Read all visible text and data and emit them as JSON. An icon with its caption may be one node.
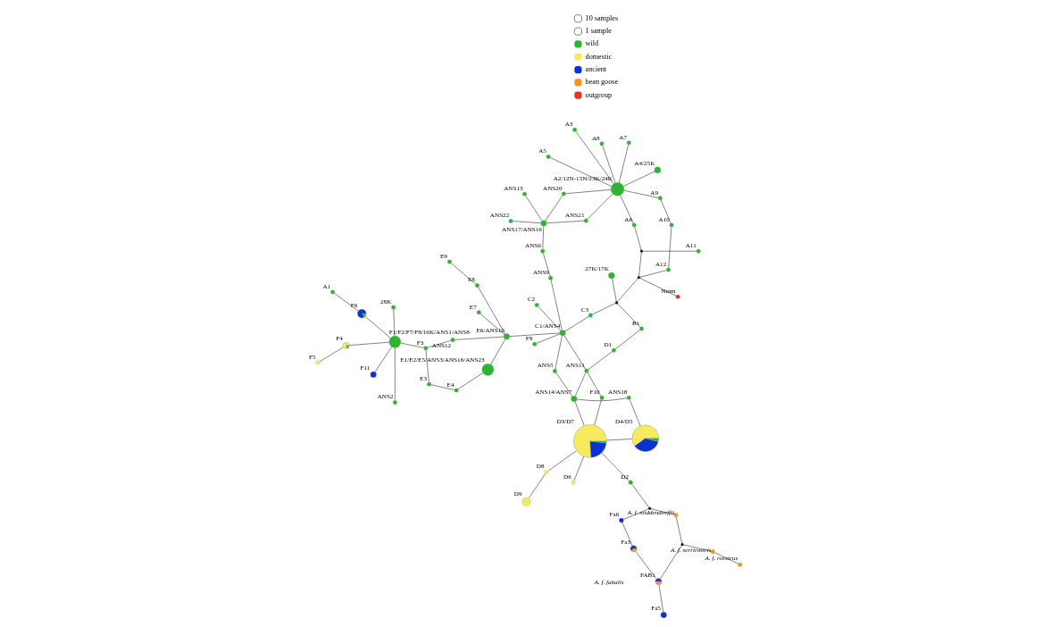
{
  "diagram": {
    "nodes": [
      {
        "text": [],
        "shape": "circle",
        "beside": [
          "A1"
        ]
      },
      {
        "text": [],
        "shape": "circle",
        "beside": [
          "F6"
        ]
      },
      {
        "text": [],
        "shape": "circle",
        "beside": [
          "F11"
        ]
      },
      {
        "text": [],
        "shape": "circle",
        "beside": [
          "F4"
        ]
      },
      {
        "text": [],
        "shape": "circle",
        "beside": [
          "F5"
        ]
      },
      {
        "text": [],
        "shape": "circle",
        "beside": [
          "E3"
        ]
      },
      {
        "text": [],
        "shape": "circle",
        "beside": [
          "E4"
        ]
      },
      {
        "text": [],
        "shape": "circle",
        "beside": [
          "F1/F2/F7/F8/16K/ANS1/ANS8"
        ]
      },
      {
        "text": [],
        "shape": "circle",
        "beside": [
          "28K"
        ]
      },
      {
        "text": [],
        "shape": "circle",
        "beside": [
          "F3"
        ]
      },
      {
        "text": [],
        "shape": "circle",
        "beside": [
          "ANS2"
        ]
      },
      {
        "text": [],
        "shape": "circle",
        "beside": [
          "D4/D5"
        ]
      },
      {
        "text": [],
        "shape": "circle",
        "beside": [
          "E1/E2/E5/ANS3/ANS16/ANS23"
        ]
      },
      {
        "text": [],
        "shape": "circle",
        "beside": [
          "ANS18"
        ]
      },
      {
        "text": [],
        "shape": "circle",
        "beside": [
          "D6"
        ]
      },
      {
        "text": [],
        "shape": "circle",
        "beside": [
          "D9"
        ]
      },
      {
        "text": [],
        "shape": "circle",
        "beside": [
          "ANS12"
        ]
      },
      {
        "text": [],
        "shape": "circle",
        "beside": [
          "D8"
        ]
      },
      {
        "text": [],
        "shape": "circle",
        "beside": [
          "F9"
        ]
      },
      {
        "text": [],
        "shape": "circle",
        "beside": [
          "ANS14/ANS7"
        ]
      },
      {
        "text": [],
        "shape": "circle",
        "beside": [
          "ANS5"
        ]
      },
      {
        "text": [],
        "shape": "circle",
        "beside": [
          "E6/ANS10"
        ]
      },
      {
        "text": [],
        "shape": "circle",
        "beside": [
          "E8"
        ]
      },
      {
        "text": [],
        "shape": "circle",
        "beside": [
          "E9"
        ]
      },
      {
        "text": [],
        "shape": "circle",
        "beside": [
          "Fa3"
        ]
      },
      {
        "text": [],
        "shape": "circle",
        "beside": [
          "Fa6"
        ]
      },
      {
        "text": [],
        "shape": "circle",
        "beside": [
          "D2"
        ]
      },
      {
        "text": [],
        "shape": "circle",
        "beside": [
          "D3/D7"
        ]
      },
      {
        "text": [],
        "shape": "circle",
        "beside": [
          "F10"
        ]
      },
      {
        "text": [],
        "shape": "circle",
        "beside": [
          "ANS11"
        ]
      },
      {
        "text": [],
        "shape": "circle",
        "beside": [
          "C2"
        ]
      },
      {
        "text": [],
        "shape": "circle",
        "beside": [
          "E7"
        ]
      },
      {
        "text": [],
        "shape": "circle",
        "beside": [
          "D1"
        ]
      },
      {
        "text": [],
        "shape": "circle",
        "beside": [
          "C1/ANS4"
        ]
      },
      {
        "text": [],
        "shape": "circle",
        "beside": [
          "Fa5"
        ]
      },
      {
        "text": [],
        "shape": "circle",
        "beside": [
          "FAB1"
        ]
      },
      {
        "text": [],
        "shape": "circle"
      },
      {
        "text": [],
        "shape": "circle",
        "beside": [
          "A. f. middendorffii"
        ]
      },
      {
        "text": [],
        "shape": "circle",
        "beside": [
          "B1"
        ]
      },
      {
        "text": [],
        "shape": "circle",
        "beside": [
          "C3"
        ]
      },
      {
        "text": [],
        "shape": "circle"
      },
      {
        "text": [],
        "shape": "circle",
        "beside": [
          "27K/17K"
        ]
      },
      {
        "text": [],
        "shape": "circle",
        "beside": [
          "ANS9"
        ]
      },
      {
        "text": [],
        "shape": "circle"
      },
      {
        "text": [],
        "shape": "circle",
        "beside": [
          "A. f. serrirostris"
        ]
      },
      {
        "text": [],
        "shape": "circle",
        "beside": [
          "A12"
        ]
      },
      {
        "text": [],
        "shape": "circle"
      },
      {
        "text": [],
        "shape": "circle",
        "beside": [
          "ANS6"
        ]
      },
      {
        "text": [],
        "shape": "circle",
        "beside": [
          "ANS22"
        ]
      },
      {
        "text": [],
        "shape": "circle",
        "beside": [
          "A10"
        ]
      },
      {
        "text": [],
        "shape": "circle",
        "beside": [
          "ANS17/ANS16"
        ]
      },
      {
        "text": [],
        "shape": "circle",
        "beside": [
          "ANS13"
        ]
      },
      {
        "text": [],
        "shape": "circle"
      },
      {
        "text": [],
        "shape": "circle",
        "beside": [
          "A. f. rossicus"
        ]
      },
      {
        "text": [],
        "shape": "circle",
        "beside": [
          "ANS21"
        ]
      },
      {
        "text": [],
        "shape": "circle",
        "beside": [
          "A9"
        ]
      },
      {
        "text": [],
        "shape": "circle",
        "beside": [
          "A7"
        ]
      },
      {
        "text": [],
        "shape": "circle",
        "beside": [
          "A11"
        ]
      },
      {
        "text": [],
        "shape": "circle",
        "beside": [
          "ANS20"
        ]
      },
      {
        "text": [],
        "shape": "circle",
        "beside": [
          "A6"
        ]
      },
      {
        "text": [],
        "shape": "circle",
        "beside": [
          "Numt"
        ]
      },
      {
        "text": [],
        "shape": "circle",
        "beside": [
          "A2/12N-15N/23K/24K"
        ]
      },
      {
        "text": [],
        "shape": "circle",
        "beside": [
          "A3"
        ]
      },
      {
        "text": [],
        "shape": "circle",
        "beside": [
          "A5"
        ]
      },
      {
        "text": [],
        "shape": "circle",
        "beside": [
          "A8"
        ]
      },
      {
        "text": [],
        "shape": "circle",
        "beside": [
          "A4/25K"
        ]
      }
    ],
    "edges": [
      {
        "from": 0,
        "to": 1,
        "arrow": "none"
      },
      {
        "from": 1,
        "to": 7,
        "arrow": "none"
      },
      {
        "from": 2,
        "to": 7,
        "arrow": "none"
      },
      {
        "from": 7,
        "to": 3,
        "arrow": "none"
      },
      {
        "from": 3,
        "to": 4,
        "arrow": "none"
      },
      {
        "from": 7,
        "to": 8,
        "arrow": "none"
      },
      {
        "from": 7,
        "to": 10,
        "arrow": "none"
      },
      {
        "from": 7,
        "to": 9,
        "arrow": "none"
      },
      {
        "from": 9,
        "to": 5,
        "arrow": "none"
      },
      {
        "from": 5,
        "to": 6,
        "arrow": "none"
      },
      {
        "from": 6,
        "to": 12,
        "arrow": "none"
      },
      {
        "from": 9,
        "to": 16,
        "arrow": "none"
      },
      {
        "from": 16,
        "to": 21,
        "arrow": "none"
      },
      {
        "from": 12,
        "to": 21,
        "arrow": "none"
      },
      {
        "from": 21,
        "to": 22,
        "arrow": "none"
      },
      {
        "from": 22,
        "to": 23,
        "arrow": "none"
      },
      {
        "from": 21,
        "to": 31,
        "arrow": "none"
      },
      {
        "from": 33,
        "to": 21,
        "arrow": "none"
      },
      {
        "from": 33,
        "to": 30,
        "arrow": "none"
      },
      {
        "from": 33,
        "to": 18,
        "arrow": "none"
      },
      {
        "from": 19,
        "to": 20,
        "arrow": "none"
      },
      {
        "from": 20,
        "to": 33,
        "arrow": "none"
      },
      {
        "from": 19,
        "to": 29,
        "arrow": "none"
      },
      {
        "from": 29,
        "to": 33,
        "arrow": "none"
      },
      {
        "from": 28,
        "to": 29,
        "arrow": "none"
      },
      {
        "from": 27,
        "to": 28,
        "arrow": "none"
      },
      {
        "from": 27,
        "to": 19,
        "arrow": "none"
      },
      {
        "from": 19,
        "to": 13,
        "arrow": "none"
      },
      {
        "from": 13,
        "to": 11,
        "arrow": "none"
      },
      {
        "from": 11,
        "to": 27,
        "arrow": "none"
      },
      {
        "from": 27,
        "to": 14,
        "arrow": "none"
      },
      {
        "from": 27,
        "to": 17,
        "arrow": "none"
      },
      {
        "from": 17,
        "to": 15,
        "arrow": "none"
      },
      {
        "from": 27,
        "to": 26,
        "arrow": "none"
      },
      {
        "from": 26,
        "to": 36,
        "arrow": "none"
      },
      {
        "from": 36,
        "to": 25,
        "arrow": "none"
      },
      {
        "from": 25,
        "to": 24,
        "arrow": "none"
      },
      {
        "from": 24,
        "to": 35,
        "arrow": "none"
      },
      {
        "from": 35,
        "to": 34,
        "arrow": "none"
      },
      {
        "from": 35,
        "to": 43,
        "arrow": "none"
      },
      {
        "from": 36,
        "to": 37,
        "arrow": "none"
      },
      {
        "from": 37,
        "to": 43,
        "arrow": "none"
      },
      {
        "from": 43,
        "to": 44,
        "arrow": "none"
      },
      {
        "from": 44,
        "to": 53,
        "arrow": "none"
      },
      {
        "from": 29,
        "to": 32,
        "arrow": "none"
      },
      {
        "from": 32,
        "to": 38,
        "arrow": "none"
      },
      {
        "from": 38,
        "to": 40,
        "arrow": "none"
      },
      {
        "from": 33,
        "to": 39,
        "arrow": "none"
      },
      {
        "from": 39,
        "to": 40,
        "arrow": "none"
      },
      {
        "from": 40,
        "to": 41,
        "arrow": "none"
      },
      {
        "from": 40,
        "to": 46,
        "arrow": "none"
      },
      {
        "from": 46,
        "to": 60,
        "arrow": "none"
      },
      {
        "from": 46,
        "to": 45,
        "arrow": "none"
      },
      {
        "from": 45,
        "to": 49,
        "arrow": "none"
      },
      {
        "from": 49,
        "to": 55,
        "arrow": "none"
      },
      {
        "from": 46,
        "to": 52,
        "arrow": "none"
      },
      {
        "from": 52,
        "to": 57,
        "arrow": "none"
      },
      {
        "from": 52,
        "to": 59,
        "arrow": "none"
      },
      {
        "from": 59,
        "to": 61,
        "arrow": "none"
      },
      {
        "from": 33,
        "to": 42,
        "arrow": "none"
      },
      {
        "from": 42,
        "to": 47,
        "arrow": "none"
      },
      {
        "from": 47,
        "to": 50,
        "arrow": "none"
      },
      {
        "from": 50,
        "to": 48,
        "arrow": "none"
      },
      {
        "from": 50,
        "to": 51,
        "arrow": "none"
      },
      {
        "from": 50,
        "to": 54,
        "arrow": "none"
      },
      {
        "from": 50,
        "to": 58,
        "arrow": "none"
      },
      {
        "from": 54,
        "to": 61,
        "arrow": "none"
      },
      {
        "from": 55,
        "to": 61,
        "arrow": "none"
      },
      {
        "from": 56,
        "to": 61,
        "arrow": "none"
      },
      {
        "from": 58,
        "to": 61,
        "arrow": "none"
      },
      {
        "from": 61,
        "to": 62,
        "arrow": "none"
      },
      {
        "from": 61,
        "to": 65,
        "arrow": "none"
      },
      {
        "from": 61,
        "to": 64,
        "arrow": "none"
      },
      {
        "from": 61,
        "to": 63,
        "arrow": "none"
      }
    ],
    "labels": [
      "A. f. fabalis"
    ],
    "legend": [
      {
        "text": "10 samples"
      },
      {
        "text": "1 sample"
      },
      {
        "text": "wild",
        "color": "#2db52d"
      },
      {
        "text": "domestic",
        "color": "#f7ea5c"
      },
      {
        "text": "ancient",
        "color": "#0a32d2"
      },
      {
        "text": "bean goose",
        "color": "#f7941d"
      },
      {
        "text": "outgroup",
        "color": "#e8321e"
      }
    ]
  }
}
